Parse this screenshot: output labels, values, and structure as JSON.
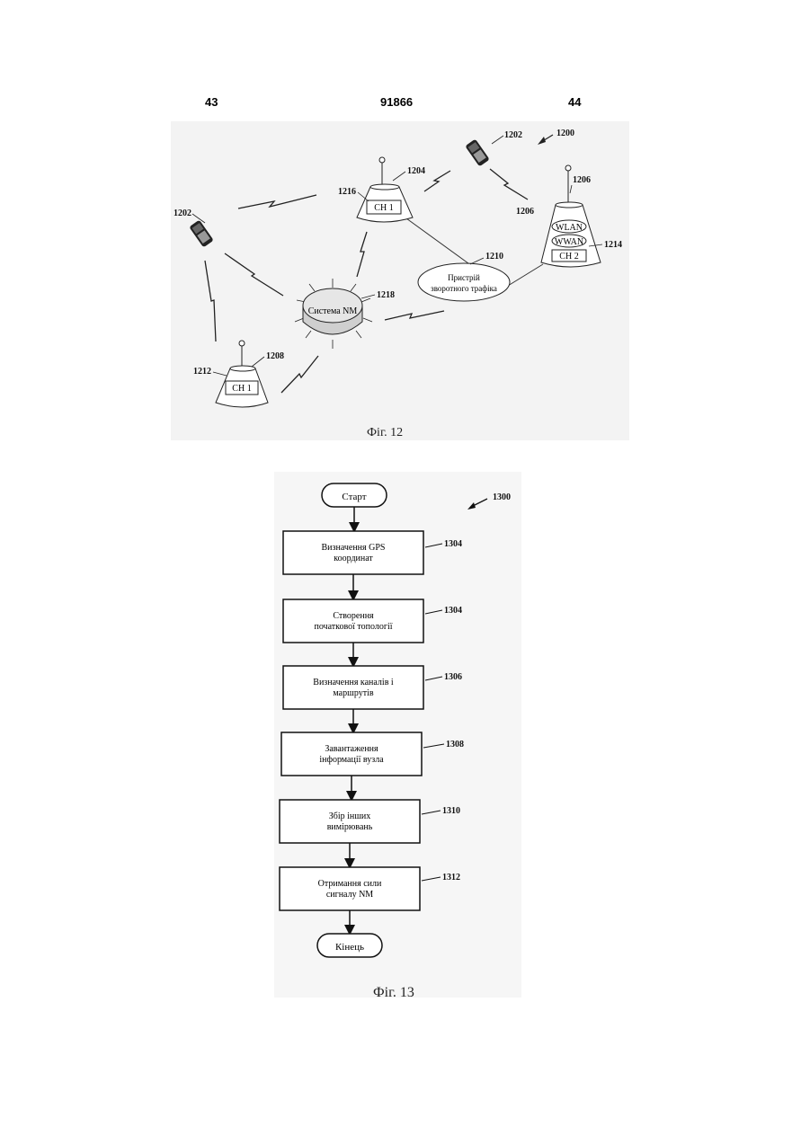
{
  "header": {
    "left": "43",
    "center": "91866",
    "right": "44"
  },
  "fig12": {
    "caption": "Фіг. 12",
    "ref_system": "1200",
    "phone_top_ref": "1202",
    "phone_left_ref": "1202",
    "node_top": {
      "label": "CH 1",
      "ref_station": "1204",
      "ref_box": "1216"
    },
    "node_bottom": {
      "label": "CH 1",
      "ref_station": "1208",
      "ref_box": "1212"
    },
    "node_right": {
      "wlan": "WLAN",
      "wwan": "WWAN",
      "label": "CH 2",
      "ref_station": "1206",
      "ref_box": "1214"
    },
    "nm_system": {
      "label": "Система NM",
      "ref": "1218"
    },
    "backhaul": {
      "line1": "Пристрій",
      "line2": "зворотного трафіка",
      "ref": "1210"
    }
  },
  "fig13": {
    "caption": "Фіг. 13",
    "ref": "1300",
    "start": "Старт",
    "end": "Кінець",
    "steps": [
      {
        "line1": "Визначення GPS",
        "line2": "координат",
        "ref": "1304"
      },
      {
        "line1": "Створення",
        "line2": "початкової топології",
        "ref": "1304"
      },
      {
        "line1": "Визначення каналів і",
        "line2": "маршрутів",
        "ref": "1306"
      },
      {
        "line1": "Завантаження",
        "line2": "інформації вузла",
        "ref": "1308"
      },
      {
        "line1": "Збір інших",
        "line2": "вимірювань",
        "ref": "1310"
      },
      {
        "line1": "Отримання сили",
        "line2": "сигналу NM",
        "ref": "1312"
      }
    ]
  }
}
